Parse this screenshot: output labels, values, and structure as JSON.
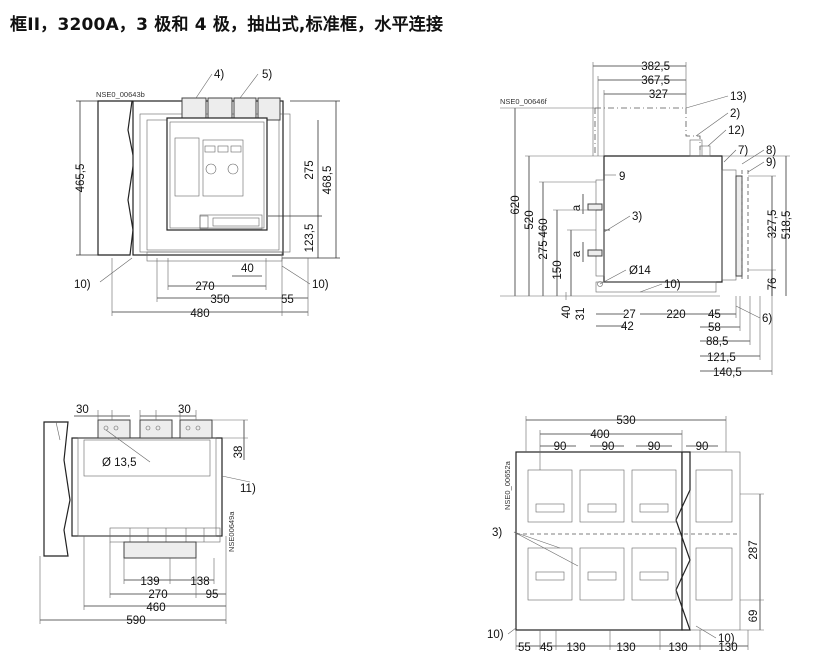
{
  "title": "框II，3200A，3 极和 4 极，抽出式,标准框，水平连接",
  "views": {
    "front": {
      "ref": "NSE0_00643b",
      "dims": {
        "height_total": "465,5",
        "h_275": "275",
        "h_468": "468,5",
        "h_123": "123,5",
        "w_40": "40",
        "w_270": "270",
        "w_350": "350",
        "w_55": "55",
        "w_480": "480"
      },
      "callouts": {
        "c4": "4)",
        "c5": "5)",
        "c10a": "10)",
        "c10b": "10)"
      }
    },
    "side": {
      "ref": "NSE0_00646f",
      "dims": {
        "w_382": "382,5",
        "w_367": "367,5",
        "w_327": "327",
        "h_620": "620",
        "h_520": "520",
        "h_460": "460",
        "h_275": "275",
        "h_150": "150",
        "a1": "a",
        "a2": "a",
        "h_40": "40",
        "h_31": "31",
        "h_327": "327,5",
        "h_518": "518,5",
        "h_76": "76",
        "d_9": "9",
        "d_14": "Ø14",
        "w_27": "27",
        "w_42": "42",
        "w_220": "220",
        "w_45": "45",
        "w_58": "58",
        "w_88": "88,5",
        "w_121": "121,5",
        "w_140": "140,5"
      },
      "callouts": {
        "c13": "13)",
        "c2": "2)",
        "c12": "12)",
        "c7": "7)",
        "c8": "8)",
        "c9": "9)",
        "c3": "3)",
        "c10": "10)",
        "c6": "6)"
      }
    },
    "top": {
      "ref": "NSE00649a",
      "dims": {
        "w_30a": "30",
        "w_30b": "30",
        "d_13": "Ø 13,5",
        "h_38": "38",
        "w_139": "139",
        "w_138": "138",
        "w_270": "270",
        "w_95": "95",
        "w_460": "460",
        "w_590": "590"
      },
      "callouts": {
        "c11": "11)"
      }
    },
    "rear": {
      "ref": "NSE0_00652a",
      "dims": {
        "w_530": "530",
        "w_400": "400",
        "w_90a": "90",
        "w_90b": "90",
        "w_90c": "90",
        "w_90d": "90",
        "h_287": "287",
        "h_69": "69",
        "w_55": "55",
        "w_45": "45",
        "w_130a": "130",
        "w_130b": "130",
        "w_130c": "130",
        "w_130d": "130"
      },
      "callouts": {
        "c3": "3)",
        "c10a": "10)",
        "c10b": "10)"
      }
    }
  }
}
